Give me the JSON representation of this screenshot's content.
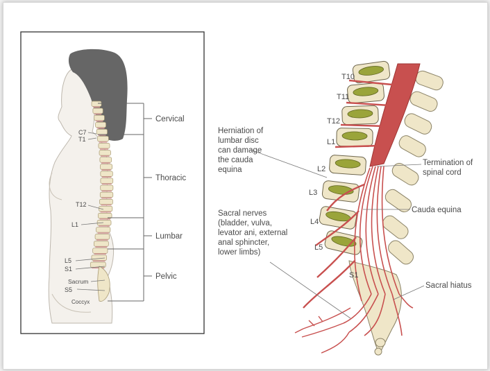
{
  "left_panel": {
    "region_labels": [
      "Cervical",
      "Thoracic",
      "Lumbar",
      "Pelvic"
    ],
    "vertebra_labels": [
      "C7",
      "T1",
      "T12",
      "L1",
      "L5",
      "S1",
      "Sacrum",
      "S5",
      "Coccyx"
    ]
  },
  "right_panel": {
    "vertebra_labels": [
      "T10",
      "T11",
      "T12",
      "L1",
      "L2",
      "L3",
      "L4",
      "L5",
      "S1"
    ],
    "annotations": {
      "herniation": [
        "Herniation of",
        "lumbar disc",
        "can damage",
        "the cauda",
        "equina"
      ],
      "sacral_nerves": [
        "Sacral nerves",
        "(bladder, vulva,",
        "levator ani, external",
        "anal sphincter,",
        "lower limbs)"
      ],
      "termination": [
        "Termination of",
        "spinal cord"
      ],
      "cauda_equina": "Cauda equina",
      "sacral_hiatus": "Sacral hiatus"
    }
  },
  "colors": {
    "cord": "#c8504f",
    "disc": "#9aa43a",
    "bone": "#efe6c8",
    "hair": "#666666"
  }
}
